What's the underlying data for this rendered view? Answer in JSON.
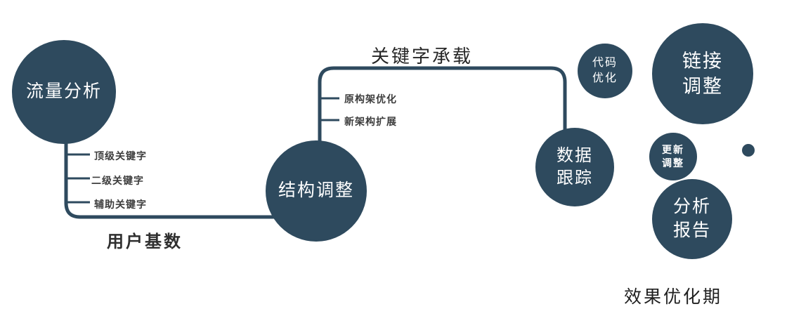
{
  "colors": {
    "primary": "#2E4A5E",
    "node_text": "#ffffff",
    "label_text": "#3b3b3b"
  },
  "nodes": {
    "traffic_analysis": {
      "label": "流量分析"
    },
    "structure_adjust": {
      "label": "结构调整"
    },
    "data_tracking": {
      "line1": "数据",
      "line2": "跟踪"
    },
    "code_optimization": {
      "line1": "代码",
      "line2": "优化"
    },
    "link_adjustment": {
      "line1": "链接",
      "line2": "调整"
    },
    "update_adjustment": {
      "line1": "更新",
      "line2": "调整"
    },
    "analysis_report": {
      "line1": "分析",
      "line2": "报告"
    }
  },
  "edge_labels": {
    "user_base": "用户基数",
    "keyword_bearing": "关键字承载"
  },
  "branch_labels": {
    "top_keyword": "顶级关键字",
    "secondary_keyword": "二级关键字",
    "auxiliary_keyword": "辅助关键字",
    "original_architecture": "原构架优化",
    "new_architecture": "新架构扩展"
  },
  "footer_label": "效果优化期"
}
